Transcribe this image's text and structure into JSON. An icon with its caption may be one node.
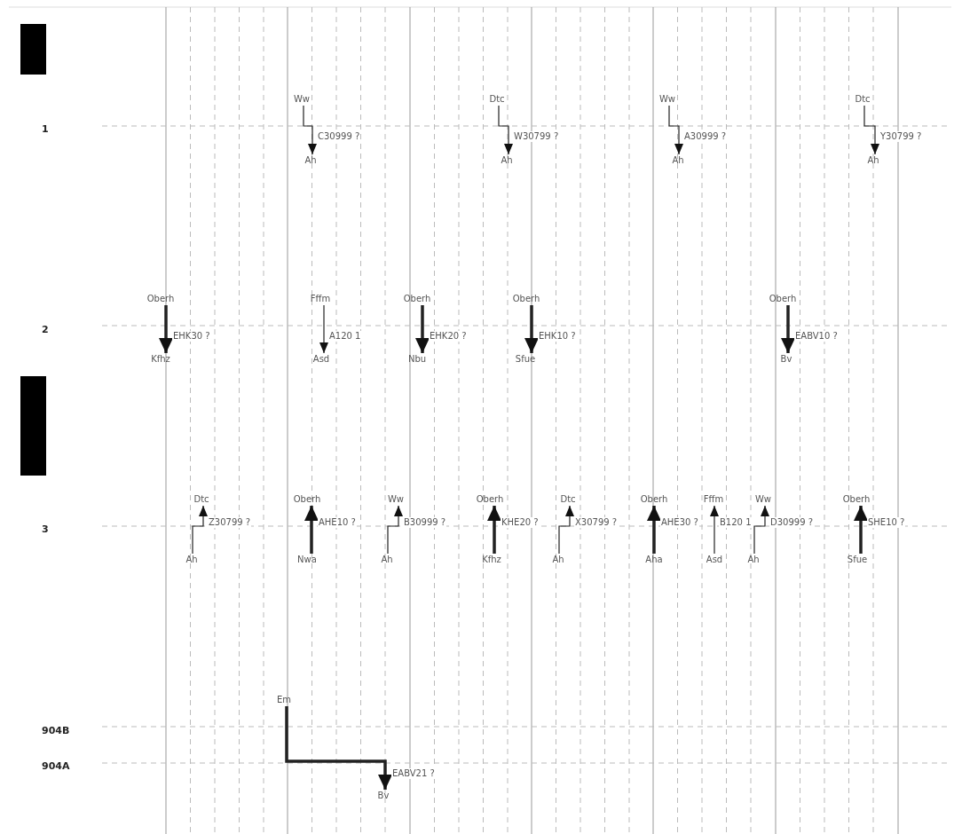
{
  "diagram": {
    "nodes": [
      {
        "text": [
          "Ww"
        ]
      },
      {
        "text": [
          "Ah"
        ]
      },
      {
        "text": [
          "Dtc"
        ]
      },
      {
        "text": [
          "Ah"
        ]
      },
      {
        "text": [
          "Ww"
        ]
      },
      {
        "text": [
          "Ah"
        ]
      },
      {
        "text": [
          "Dtc"
        ]
      },
      {
        "text": [
          "Ah"
        ]
      },
      {
        "text": [
          "Oberh"
        ]
      },
      {
        "text": [
          "Kfhz"
        ]
      },
      {
        "text": [
          "Fffm"
        ]
      },
      {
        "text": [
          "Asd"
        ]
      },
      {
        "text": [
          "Oberh"
        ]
      },
      {
        "text": [
          "Nbu"
        ]
      },
      {
        "text": [
          "Oberh"
        ]
      },
      {
        "text": [
          "Sfue"
        ]
      },
      {
        "text": [
          "Oberh"
        ]
      },
      {
        "text": [
          "Bv"
        ]
      },
      {
        "text": [
          "Dtc"
        ]
      },
      {
        "text": [
          "Ah"
        ]
      },
      {
        "text": [
          "Oberh"
        ]
      },
      {
        "text": [
          "Nwa"
        ]
      },
      {
        "text": [
          "Ww"
        ]
      },
      {
        "text": [
          "Ah"
        ]
      },
      {
        "text": [
          "Oberh"
        ]
      },
      {
        "text": [
          "Kfhz"
        ]
      },
      {
        "text": [
          "Dtc"
        ]
      },
      {
        "text": [
          "Ah"
        ]
      },
      {
        "text": [
          "Oberh"
        ]
      },
      {
        "text": [
          "Aha"
        ]
      },
      {
        "text": [
          "Fffm"
        ]
      },
      {
        "text": [
          "Asd"
        ]
      },
      {
        "text": [
          "Ww"
        ]
      },
      {
        "text": [
          "Ah"
        ]
      },
      {
        "text": [
          "Oberh"
        ]
      },
      {
        "text": [
          "Sfue"
        ]
      },
      {
        "text": [
          "Em"
        ]
      },
      {
        "text": [
          "Bv"
        ]
      }
    ],
    "edges": [
      {
        "from": 0,
        "to": 1,
        "arrow": "to",
        "label": "C30999 ?"
      },
      {
        "from": 2,
        "to": 3,
        "arrow": "to",
        "label": "W30799 ?"
      },
      {
        "from": 4,
        "to": 5,
        "arrow": "to",
        "label": "A30999 ?"
      },
      {
        "from": 6,
        "to": 7,
        "arrow": "to",
        "label": "Y30799 ?"
      },
      {
        "from": 8,
        "to": 9,
        "arrow": "to",
        "label": "EHK30 ?",
        "style": "thick"
      },
      {
        "from": 10,
        "to": 11,
        "arrow": "to",
        "label": "A120 1"
      },
      {
        "from": 12,
        "to": 13,
        "arrow": "to",
        "label": "EHK20 ?",
        "style": "thick"
      },
      {
        "from": 14,
        "to": 15,
        "arrow": "to",
        "label": "EHK10 ?",
        "style": "thick"
      },
      {
        "from": 16,
        "to": 17,
        "arrow": "to",
        "label": "EABV10 ?",
        "style": "thick"
      },
      {
        "from": 19,
        "to": 18,
        "arrow": "to",
        "label": "Z30799 ?"
      },
      {
        "from": 21,
        "to": 20,
        "arrow": "to",
        "label": "AHE10 ?",
        "style": "thick"
      },
      {
        "from": 23,
        "to": 22,
        "arrow": "to",
        "label": "B30999 ?"
      },
      {
        "from": 25,
        "to": 24,
        "arrow": "to",
        "label": "KHE20 ?",
        "style": "thick"
      },
      {
        "from": 27,
        "to": 26,
        "arrow": "to",
        "label": "X30799 ?"
      },
      {
        "from": 29,
        "to": 28,
        "arrow": "to",
        "label": "AHE30 ?",
        "style": "thick"
      },
      {
        "from": 31,
        "to": 30,
        "arrow": "to",
        "label": "B120 1"
      },
      {
        "from": 33,
        "to": 32,
        "arrow": "to",
        "label": "D30999 ?"
      },
      {
        "from": 35,
        "to": 34,
        "arrow": "to",
        "label": "SHE10 ?",
        "style": "thick"
      },
      {
        "from": 36,
        "to": 37,
        "arrow": "to",
        "label": "EABV21 ?",
        "style": "thick"
      }
    ],
    "labels": [
      "1",
      "2",
      "3",
      "904B",
      "904A"
    ]
  }
}
